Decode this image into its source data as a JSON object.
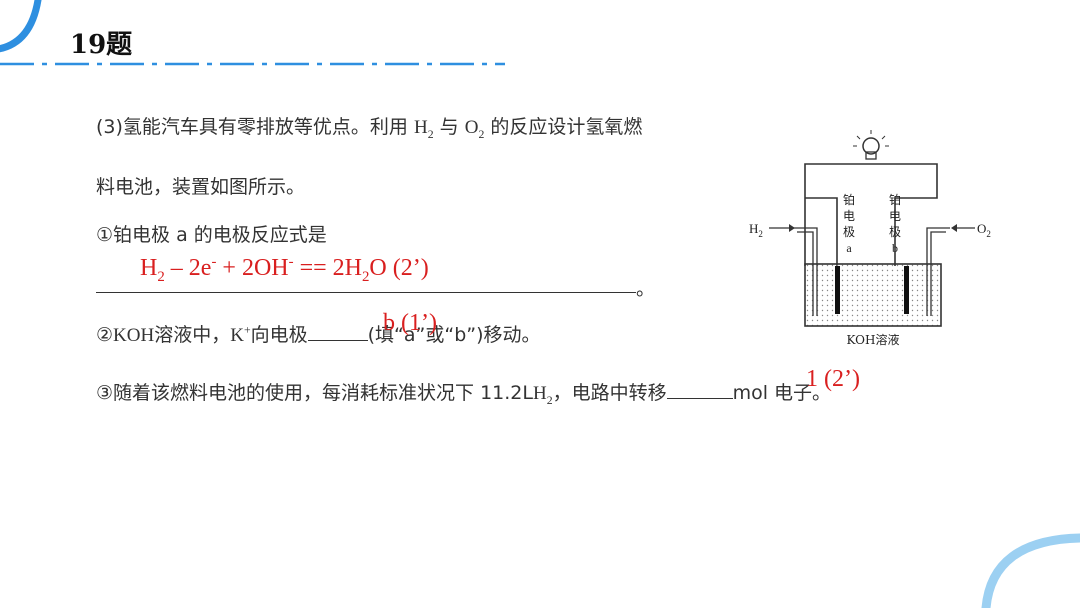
{
  "title": "19题",
  "colors": {
    "accent": "#2e8fe0",
    "answer": "#d91f1f"
  },
  "q3_part1": "(3)氢能汽车具有零排放等优点。利用",
  "q3_part2": "与",
  "q3_part3": "的反应设计氢氧燃",
  "q3_line2": "料电池，装置如图所示。",
  "h_letter": "H",
  "o_letter": "O",
  "sub2": "2",
  "item1_prefix": "①铂电极",
  "item1_a": "a",
  "item1_suffix": "的电极反应式是",
  "answer1": {
    "h": "H",
    "sub": "2",
    "part1": " – 2e",
    "sup_minus": "-",
    "part2": " + 2OH",
    "part3": " == 2H",
    "part4": "O (2’)"
  },
  "period": "。",
  "item2_prefix": "②",
  "item2_koh": "KOH",
  "item2_mid": "溶液中，",
  "item2_k": "K",
  "item2_plus": "+",
  "item2_dir": "向电极",
  "item2_suffix": "(填“a”或“b”)移动。",
  "answer2": "b (1’)",
  "item3_text": "③随着该燃料电池的使用，每消耗标准状况下 11.2L",
  "item3_mid": "，电路中转移",
  "item3_unit": "mol 电子。",
  "answer3": "1 (2’)",
  "diagram": {
    "h2_label": "H",
    "o2_label": "O",
    "sub2": "2",
    "electrode_left": [
      "铂",
      "电",
      "极",
      "a"
    ],
    "electrode_right": [
      "铂",
      "电",
      "极",
      "b"
    ],
    "electrolyte": "KOH溶液"
  }
}
